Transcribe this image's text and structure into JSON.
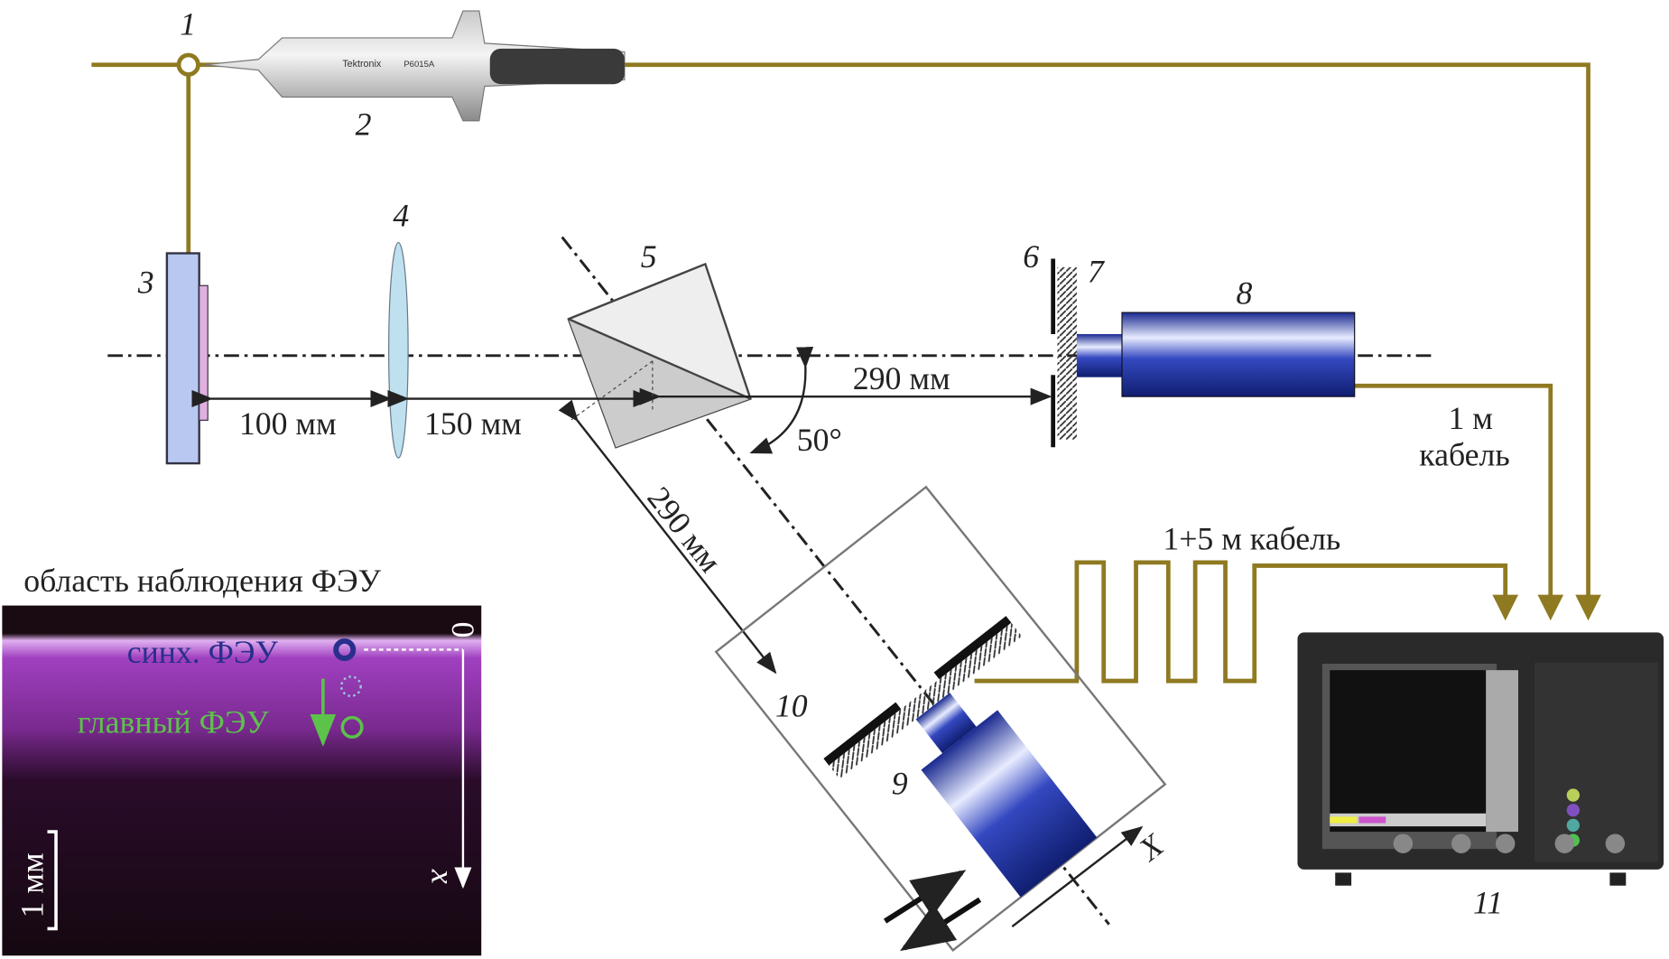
{
  "labels": {
    "n1": "1",
    "n2": "2",
    "n3": "3",
    "n4": "4",
    "n5": "5",
    "n6": "6",
    "n7": "7",
    "n8": "8",
    "n9": "9",
    "n10": "10",
    "n11": "11",
    "x_axis": "X"
  },
  "dimensions": {
    "d100": "100 мм",
    "d150": "150 мм",
    "d290h": "290 мм",
    "d290d": "290 мм",
    "angle": "50°"
  },
  "cables": {
    "c1_line1": "1 м",
    "c1_line2": "кабель",
    "c2": "1+5 м кабель"
  },
  "probe": {
    "brand": "Tektronix",
    "model": "P6015A"
  },
  "inset": {
    "title": "область наблюдения ФЭУ",
    "sync_pmt": "синх. ФЭУ",
    "main_pmt": "главный ФЭУ",
    "zero": "0",
    "x": "x",
    "scale": "1 мм"
  },
  "colors": {
    "wire": "#8f7a22",
    "pmt": "#1e2fa0",
    "sync": "#2a2e8c",
    "main": "#5cc24a"
  }
}
